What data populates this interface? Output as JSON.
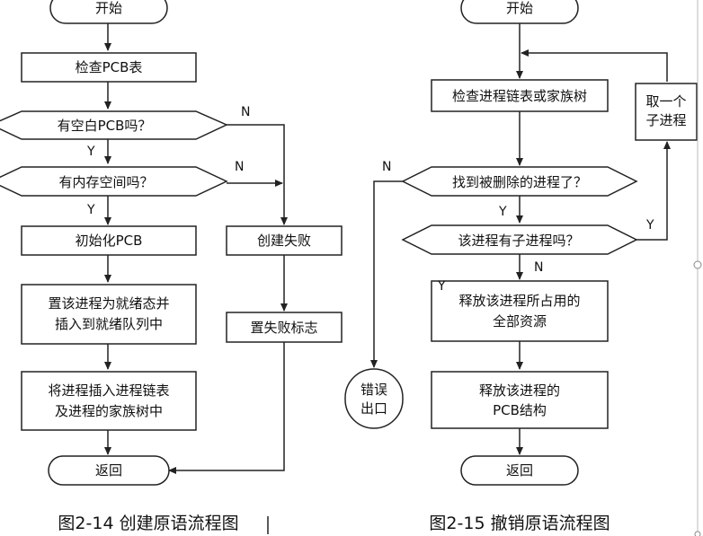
{
  "left": {
    "start": "开始",
    "check_pcb": "检查PCB表",
    "q_empty_pcb": "有空白PCB吗？",
    "q_memory": "有内存空间吗？",
    "init_pcb": "初始化PCB",
    "set_ready_1": "置该进程为就绪态并",
    "set_ready_2": "插入到就绪队列中",
    "insert_1": "将进程插入进程链表",
    "insert_2": "及进程的家族树中",
    "return": "返回",
    "create_fail": "创建失败",
    "set_fail_flag": "置失败标志",
    "label_n1": "N",
    "label_y1": "Y",
    "label_n2": "N",
    "label_y2": "Y",
    "caption": "图2-14 创建原语流程图"
  },
  "right": {
    "start": "开始",
    "check_list": "检查进程链表或家族树",
    "take_child_1": "取一个",
    "take_child_2": "子进程",
    "q_found": "找到被删除的进程了？",
    "q_child": "该进程有子进程吗？",
    "release_res_1": "释放该进程所占用的",
    "release_res_2": "全部资源",
    "error_1": "错误",
    "error_2": "出口",
    "release_pcb_1": "释放该进程的",
    "release_pcb_2": "PCB结构",
    "return": "返回",
    "label_n_found": "N",
    "label_y_found": "Y",
    "label_y_child": "Y",
    "label_n_child": "N",
    "label_y_stray": "Y",
    "caption": "图2-15 撤销原语流程图"
  }
}
